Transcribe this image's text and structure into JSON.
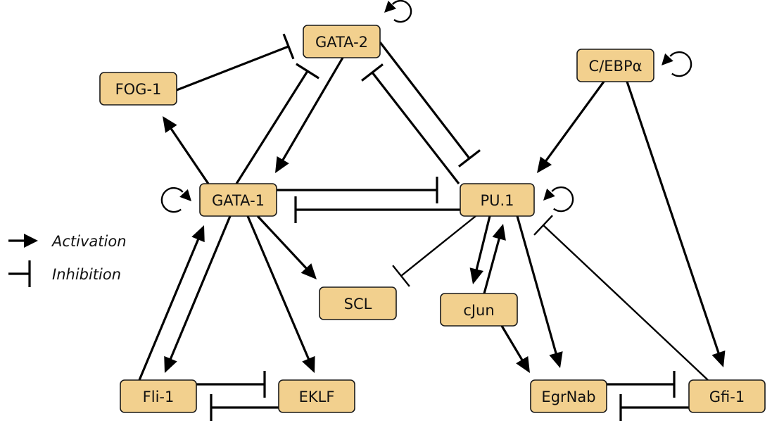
{
  "title": "Hematopoietic gene regulatory network",
  "colors": {
    "node_fill": "#f2d08e",
    "node_stroke": "#1a1a1a",
    "edge": "#000000"
  },
  "legend": {
    "activation_label": "Activation",
    "inhibition_label": "Inhibition"
  },
  "nodes": [
    {
      "id": "GATA-2",
      "label": "GATA-2"
    },
    {
      "id": "FOG-1",
      "label": "FOG-1"
    },
    {
      "id": "C/EBPa",
      "label": "C/EBPα"
    },
    {
      "id": "GATA-1",
      "label": "GATA-1"
    },
    {
      "id": "PU.1",
      "label": "PU.1"
    },
    {
      "id": "SCL",
      "label": "SCL"
    },
    {
      "id": "cJun",
      "label": "cJun"
    },
    {
      "id": "Fli-1",
      "label": "Fli-1"
    },
    {
      "id": "EKLF",
      "label": "EKLF"
    },
    {
      "id": "EgrNab",
      "label": "EgrNab"
    },
    {
      "id": "Gfi-1",
      "label": "Gfi-1"
    }
  ],
  "edges": [
    {
      "from": "GATA-2",
      "to": "GATA-2",
      "type": "activation"
    },
    {
      "from": "GATA-1",
      "to": "GATA-1",
      "type": "activation"
    },
    {
      "from": "C/EBPa",
      "to": "C/EBPa",
      "type": "activation"
    },
    {
      "from": "PU.1",
      "to": "PU.1",
      "type": "activation"
    },
    {
      "from": "FOG-1",
      "to": "GATA-2",
      "type": "inhibition"
    },
    {
      "from": "GATA-1",
      "to": "GATA-2",
      "type": "inhibition"
    },
    {
      "from": "GATA-2",
      "to": "GATA-1",
      "type": "activation"
    },
    {
      "from": "GATA-1",
      "to": "FOG-1",
      "type": "activation"
    },
    {
      "from": "GATA-2",
      "to": "PU.1",
      "type": "inhibition"
    },
    {
      "from": "PU.1",
      "to": "GATA-2",
      "type": "inhibition"
    },
    {
      "from": "GATA-1",
      "to": "PU.1",
      "type": "inhibition"
    },
    {
      "from": "PU.1",
      "to": "GATA-1",
      "type": "inhibition"
    },
    {
      "from": "C/EBPa",
      "to": "PU.1",
      "type": "activation"
    },
    {
      "from": "C/EBPa",
      "to": "Gfi-1",
      "type": "activation"
    },
    {
      "from": "GATA-1",
      "to": "SCL",
      "type": "activation"
    },
    {
      "from": "PU.1",
      "to": "SCL",
      "type": "inhibition"
    },
    {
      "from": "PU.1",
      "to": "cJun",
      "type": "activation"
    },
    {
      "from": "cJun",
      "to": "PU.1",
      "type": "activation"
    },
    {
      "from": "cJun",
      "to": "EgrNab",
      "type": "activation"
    },
    {
      "from": "PU.1",
      "to": "EgrNab",
      "type": "activation"
    },
    {
      "from": "Gfi-1",
      "to": "PU.1",
      "type": "inhibition"
    },
    {
      "from": "GATA-1",
      "to": "Fli-1",
      "type": "activation"
    },
    {
      "from": "Fli-1",
      "to": "GATA-1",
      "type": "activation"
    },
    {
      "from": "GATA-1",
      "to": "EKLF",
      "type": "activation"
    },
    {
      "from": "Fli-1",
      "to": "EKLF",
      "type": "inhibition"
    },
    {
      "from": "EKLF",
      "to": "Fli-1",
      "type": "inhibition"
    },
    {
      "from": "EgrNab",
      "to": "Gfi-1",
      "type": "inhibition"
    },
    {
      "from": "Gfi-1",
      "to": "EgrNab",
      "type": "inhibition"
    }
  ]
}
